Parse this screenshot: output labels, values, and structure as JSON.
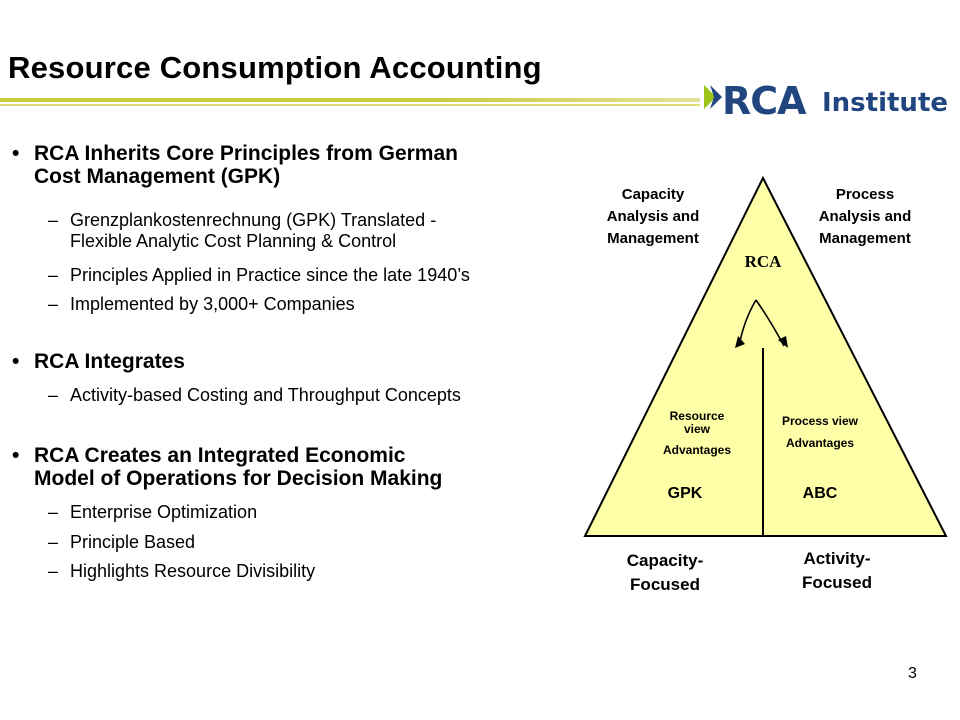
{
  "title": "Resource Consumption Accounting",
  "logo": {
    "brand": "RCA",
    "suffix": "Institute"
  },
  "bullets": [
    {
      "lines": [
        "RCA Inherits Core Principles from German",
        "Cost Management (GPK)"
      ],
      "subs": [
        [
          "Grenzplankostenrechnung (GPK) Translated -",
          "Flexible Analytic Cost Planning & Control"
        ],
        [
          "Principles Applied in Practice since the late 1940’s"
        ],
        [
          "Implemented by 3,000+ Companies"
        ]
      ]
    },
    {
      "lines": [
        "RCA Integrates"
      ],
      "subs": [
        [
          "Activity-based Costing and Throughput Concepts"
        ]
      ]
    },
    {
      "lines": [
        "RCA Creates an Integrated Economic",
        "Model of Operations for Decision Making"
      ],
      "subs": [
        [
          "Enterprise Optimization"
        ],
        [
          "Principle Based"
        ],
        [
          "Highlights Resource Divisibility"
        ]
      ]
    }
  ],
  "diagram": {
    "top_left": [
      "Capacity",
      "Analysis and",
      "Management"
    ],
    "top_right": [
      "Process",
      "Analysis and",
      "Management"
    ],
    "apex": "RCA",
    "left_view": [
      "Resource",
      "view",
      "Advantages"
    ],
    "right_view": [
      "Process view",
      "Advantages"
    ],
    "left_code": "GPK",
    "right_code": "ABC",
    "bottom_left": [
      "Capacity-",
      "Focused"
    ],
    "bottom_right": [
      "Activity-",
      "Focused"
    ],
    "fill_color": "#ffffa8",
    "stroke_color": "#000000"
  },
  "page_number": "3",
  "colors": {
    "rule": "#b8b800",
    "logo": "#21457e",
    "logo_accent": "#9dc41a"
  }
}
